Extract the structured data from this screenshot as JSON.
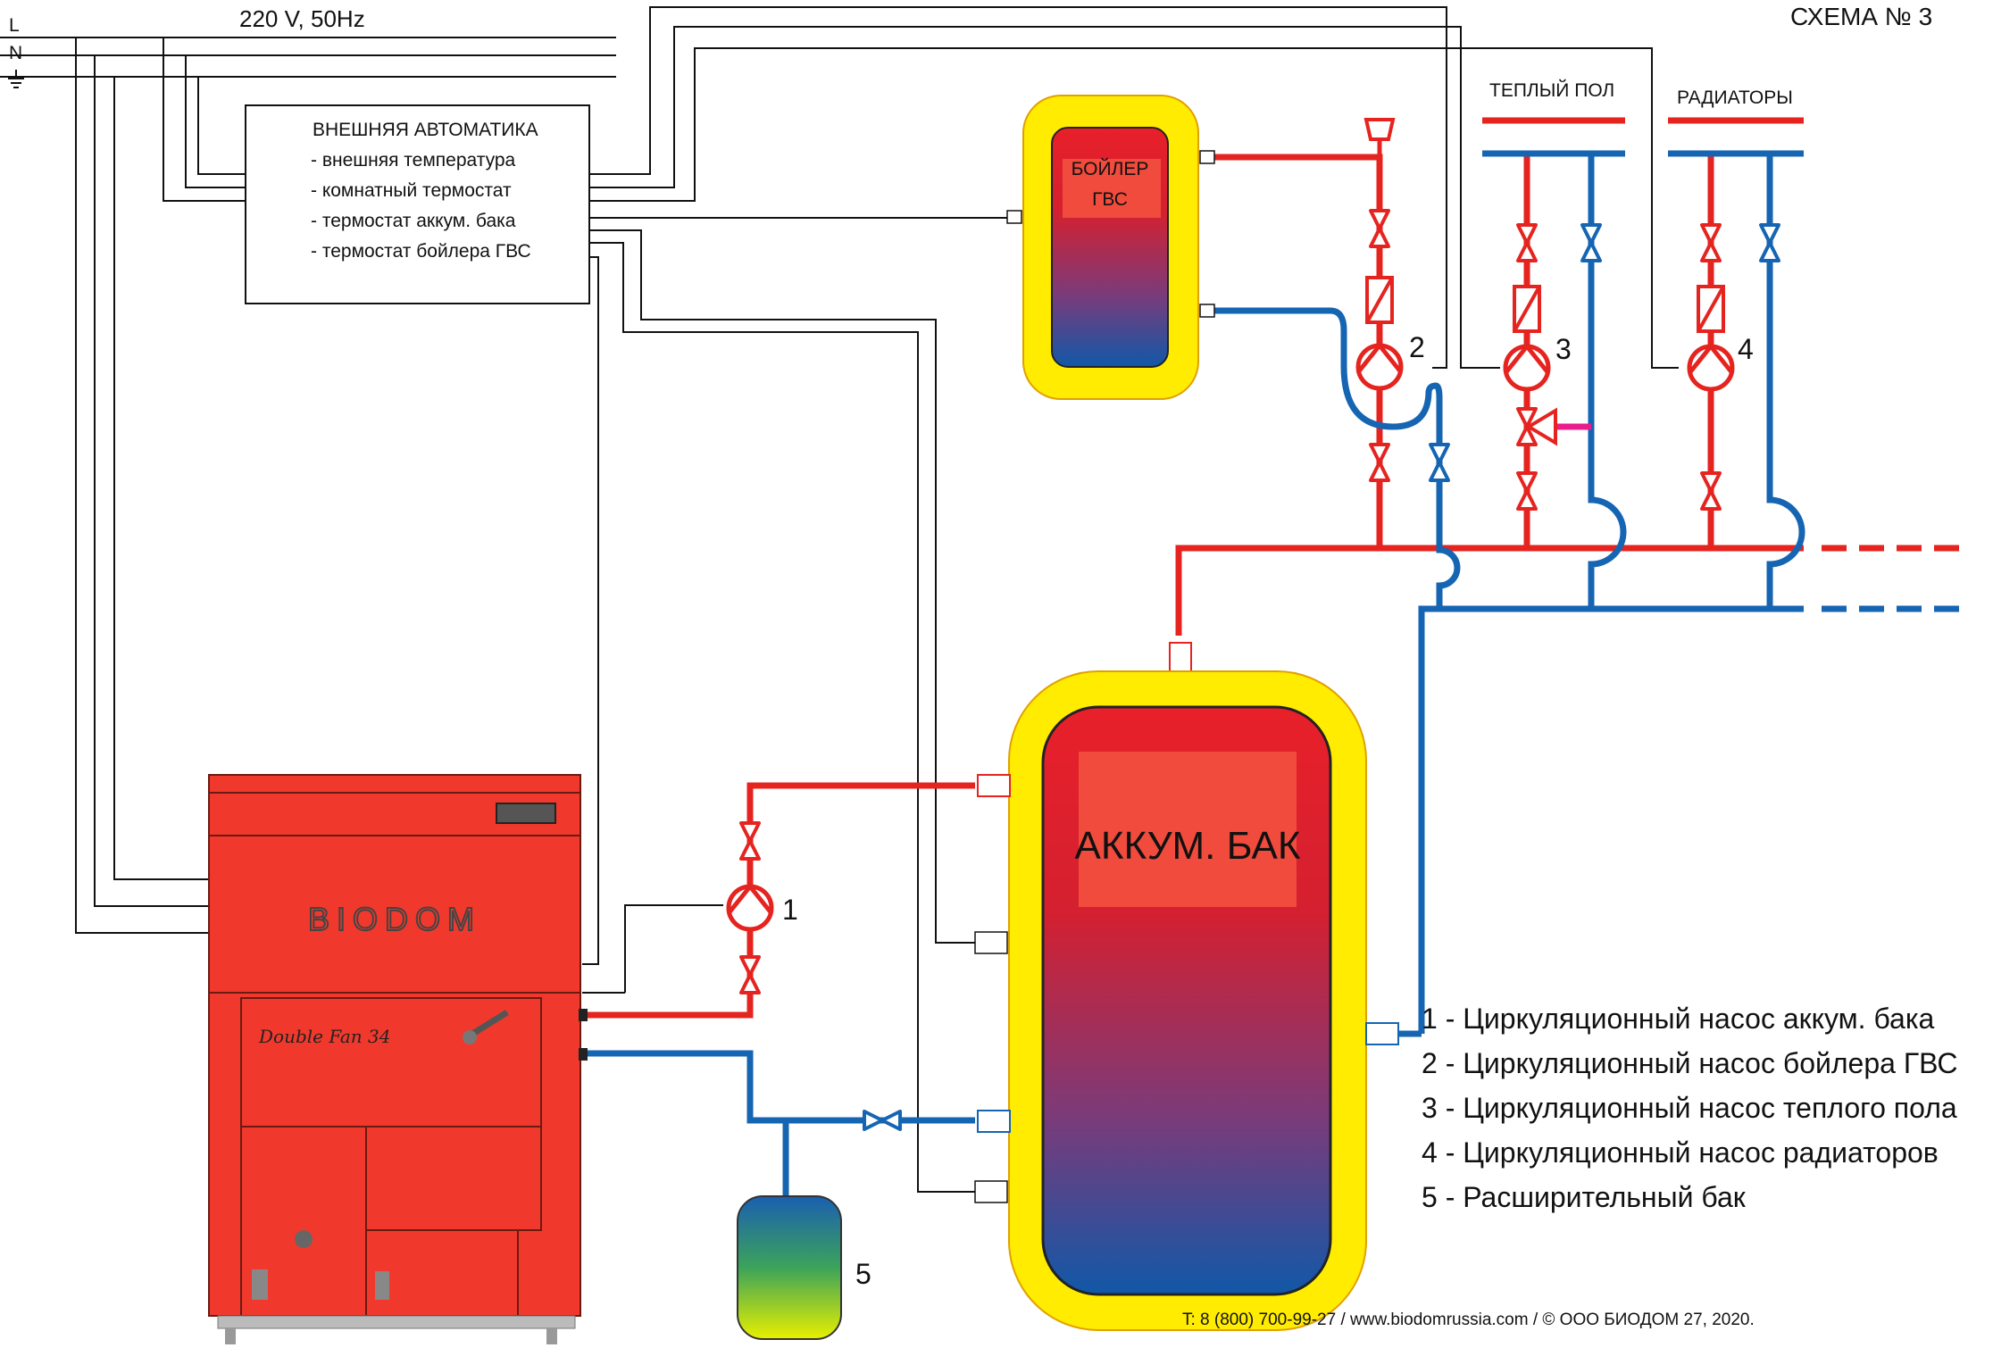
{
  "header": {
    "power_supply": "220 V, 50Hz",
    "line_L": "L",
    "line_N": "N",
    "scheme_title": "СХЕМА № 3"
  },
  "automation": {
    "title": "ВНЕШНЯЯ АВТОМАТИКА",
    "items": [
      "- внешняя температура",
      "- комнатный термостат",
      "- термостат аккум. бака",
      "- термостат бойлера ГВС"
    ]
  },
  "dhw_boiler": {
    "line1": "БОЙЛЕР",
    "line2": "ГВС"
  },
  "buffer_tank": {
    "label": "АККУМ. БАК"
  },
  "circuits": {
    "floor": "ТЕПЛЫЙ ПОЛ",
    "radiators": "РАДИАТОРЫ"
  },
  "boiler": {
    "brand": "BIODOM",
    "model": "Double Fan 34"
  },
  "pump_numbers": [
    "1",
    "2",
    "3",
    "4",
    "5"
  ],
  "legend": [
    "1 - Циркуляционный насос аккум. бака",
    "2 - Циркуляционный насос бойлера ГВС",
    "3 - Циркуляционный насос теплого пола",
    "4 - Циркуляционный насос радиаторов",
    "5 - Расширительный бак"
  ],
  "footer": "T: 8 (800) 700-99-27 / www.biodomrussia.com / © ООО БИОДОМ 27, 2020.",
  "colors": {
    "supply": "#e52420",
    "return": "#1565b3",
    "insulation": "#ffec00",
    "boiler_body": "#f0392c",
    "mixing": "#e91e8c"
  }
}
